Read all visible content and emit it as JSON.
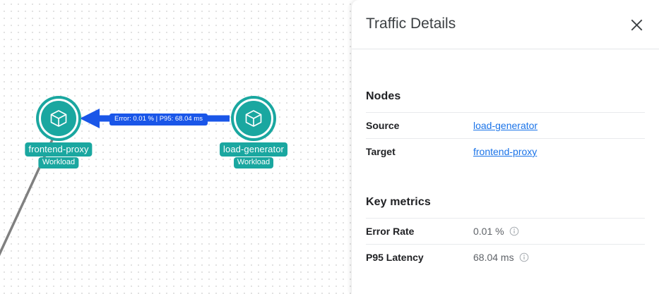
{
  "canvas": {
    "nodes": [
      {
        "id": "frontend-proxy",
        "title": "frontend-proxy",
        "subtitle": "Workload",
        "icon": "cube-icon"
      },
      {
        "id": "load-generator",
        "title": "load-generator",
        "subtitle": "Workload",
        "icon": "cube-icon"
      }
    ],
    "edge": {
      "label": "Error: 0.01 % | P95: 68.04 ms",
      "direction": "load-generator-to-frontend-proxy",
      "color": "#1a56e8"
    },
    "node_color": "#1aa7a0",
    "secondary_edge_color": "#808080"
  },
  "panel": {
    "title": "Traffic Details",
    "close_icon": "close-icon",
    "nodes_section": {
      "heading": "Nodes",
      "rows": [
        {
          "key": "Source",
          "value": "load-generator",
          "is_link": true
        },
        {
          "key": "Target",
          "value": "frontend-proxy",
          "is_link": true
        }
      ]
    },
    "metrics_section": {
      "heading": "Key metrics",
      "rows": [
        {
          "key": "Error Rate",
          "value": "0.01 %",
          "info_icon": "info-icon"
        },
        {
          "key": "P95 Latency",
          "value": "68.04 ms",
          "info_icon": "info-icon"
        }
      ]
    },
    "link_color": "#1a73e8"
  }
}
